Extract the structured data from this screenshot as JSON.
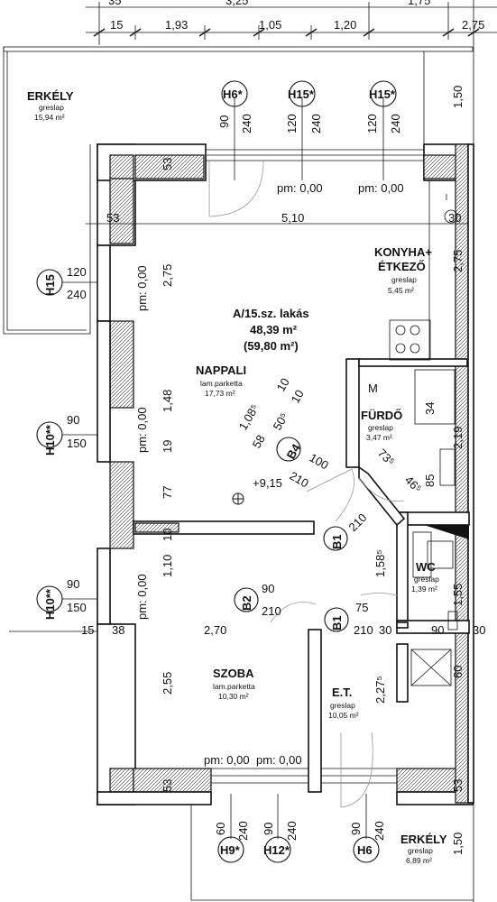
{
  "top_dims": {
    "row1": [
      "35",
      "3,25",
      "1,75"
    ],
    "row2": [
      "15",
      "1,93",
      "1,05",
      "1,20",
      "2,75"
    ]
  },
  "rooms": {
    "erkely_top": {
      "name": "ERKÉLY",
      "material": "greslap",
      "area": "15,94 m²"
    },
    "konyha": {
      "name1": "KONYHA+",
      "name2": "ÉTKEZŐ",
      "material": "greslap",
      "area": "5,45 m²"
    },
    "apartment": {
      "name": "A/15.sz. lakás",
      "area1": "48,39 m²",
      "area2": "(59,80 m²)"
    },
    "nappali": {
      "name": "NAPPALI",
      "material": "lam.parketta",
      "area": "17,73 m²"
    },
    "furdo": {
      "name": "FÜRDŐ",
      "material": "greslap",
      "area": "3,47 m²"
    },
    "wc": {
      "name": "WC",
      "material": "greslap",
      "area": "1,39 m²"
    },
    "szoba": {
      "name": "SZOBA",
      "material": "lam.parketta",
      "area": "10,30 m²"
    },
    "et": {
      "name": "E.T.",
      "material": "greslap",
      "area": "10,05 m²"
    },
    "erkely_bottom": {
      "name": "ERKÉLY",
      "material": "greslap",
      "area": "6,89 m²"
    }
  },
  "window_tags_top": [
    "H6*",
    "H15*",
    "H15*"
  ],
  "window_tags_bottom": [
    "H9*",
    "H12*",
    "H6"
  ],
  "window_tags_left": [
    "H15",
    "H10**",
    "H10**"
  ],
  "door_tags": [
    "B4",
    "B1",
    "B2",
    "B1"
  ],
  "levels": [
    "pm: 0,00",
    "pm: 0,00",
    "pm: 0,00",
    "pm: 0,00",
    "pm: 0,00",
    "pm: 0,00",
    "pm: 0,00",
    "+9,15"
  ],
  "top_window_dims": [
    "90",
    "240",
    "120",
    "240",
    "120",
    "240"
  ],
  "bottom_window_dims": [
    "60",
    "240",
    "90",
    "240",
    "90",
    "240"
  ],
  "left_window_dims": [
    "120",
    "240",
    "90",
    "150",
    "90",
    "150"
  ],
  "interior_dims": {
    "d53a": "53",
    "d53b": "53",
    "d510": "5,10",
    "d30": "30",
    "d275v": "2,75",
    "d275r": "2,75",
    "d148": "1,48",
    "d19": "19",
    "d77": "77",
    "d10a": "10",
    "d110": "1,10",
    "d255": "2,55",
    "d270": "2,70",
    "d15": "15",
    "d38": "38",
    "d53c": "53",
    "d53d": "53",
    "d108": "1,08⁵",
    "d58": "58",
    "d505": "50⁵",
    "d10b": "10",
    "d10c": "10",
    "d100": "100",
    "d210a": "210",
    "d210b": "210",
    "d75": "75",
    "d210c": "210",
    "d90a": "90",
    "d210d": "210",
    "d30b": "30",
    "d90b": "90",
    "d30c": "30",
    "d158": "1,58⁵",
    "d155": "1,55",
    "d227": "2,27⁵",
    "d150r": "1,50",
    "d150b": "1,50",
    "d219": "2,19",
    "d34": "34",
    "d85": "85",
    "d735": "73⁵",
    "d465": "46⁵",
    "d60": "60",
    "m": "M"
  }
}
